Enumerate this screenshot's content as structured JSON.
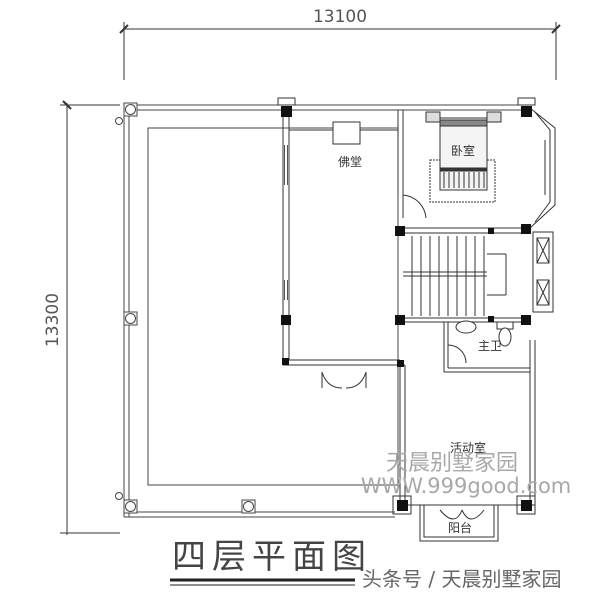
{
  "drawing": {
    "title": "四层平面图",
    "dimensions": {
      "width_mm": "13100",
      "height_mm": "13300"
    },
    "rooms": {
      "buddha_hall": "佛堂",
      "bedroom": "卧室",
      "master_bath": "主卫",
      "activity_room": "活动室",
      "balcony": "阳台"
    }
  },
  "watermark": {
    "brand": "天晨别墅家园",
    "url": "WWW.999good.com"
  },
  "footer": {
    "credit": "头条号 / 天晨别墅家园"
  },
  "colors": {
    "line": "#333333",
    "column": "#111111",
    "watermark": "#a8a8a8"
  }
}
